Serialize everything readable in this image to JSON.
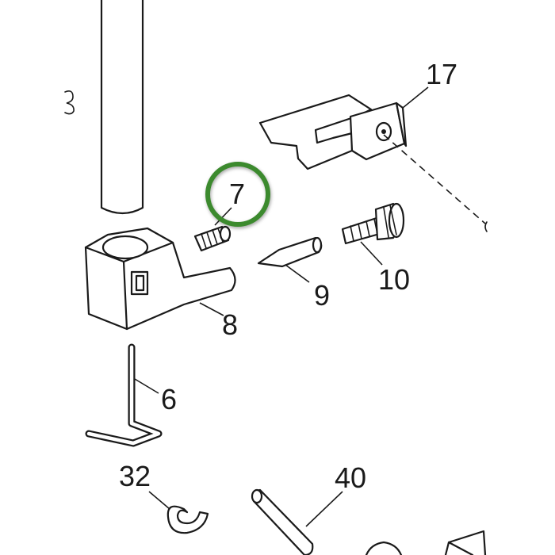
{
  "diagram": {
    "colors": {
      "line": "#1a1a1a",
      "background": "#ffffff",
      "highlight": "#3c8a2e"
    },
    "highlighted_part": "7",
    "callouts": [
      {
        "id": "17",
        "text": "17"
      },
      {
        "id": "7",
        "text": "7"
      },
      {
        "id": "10",
        "text": "10"
      },
      {
        "id": "9",
        "text": "9"
      },
      {
        "id": "8",
        "text": "8"
      },
      {
        "id": "6",
        "text": "6"
      },
      {
        "id": "32",
        "text": "32"
      },
      {
        "id": "40",
        "text": "40"
      }
    ]
  }
}
